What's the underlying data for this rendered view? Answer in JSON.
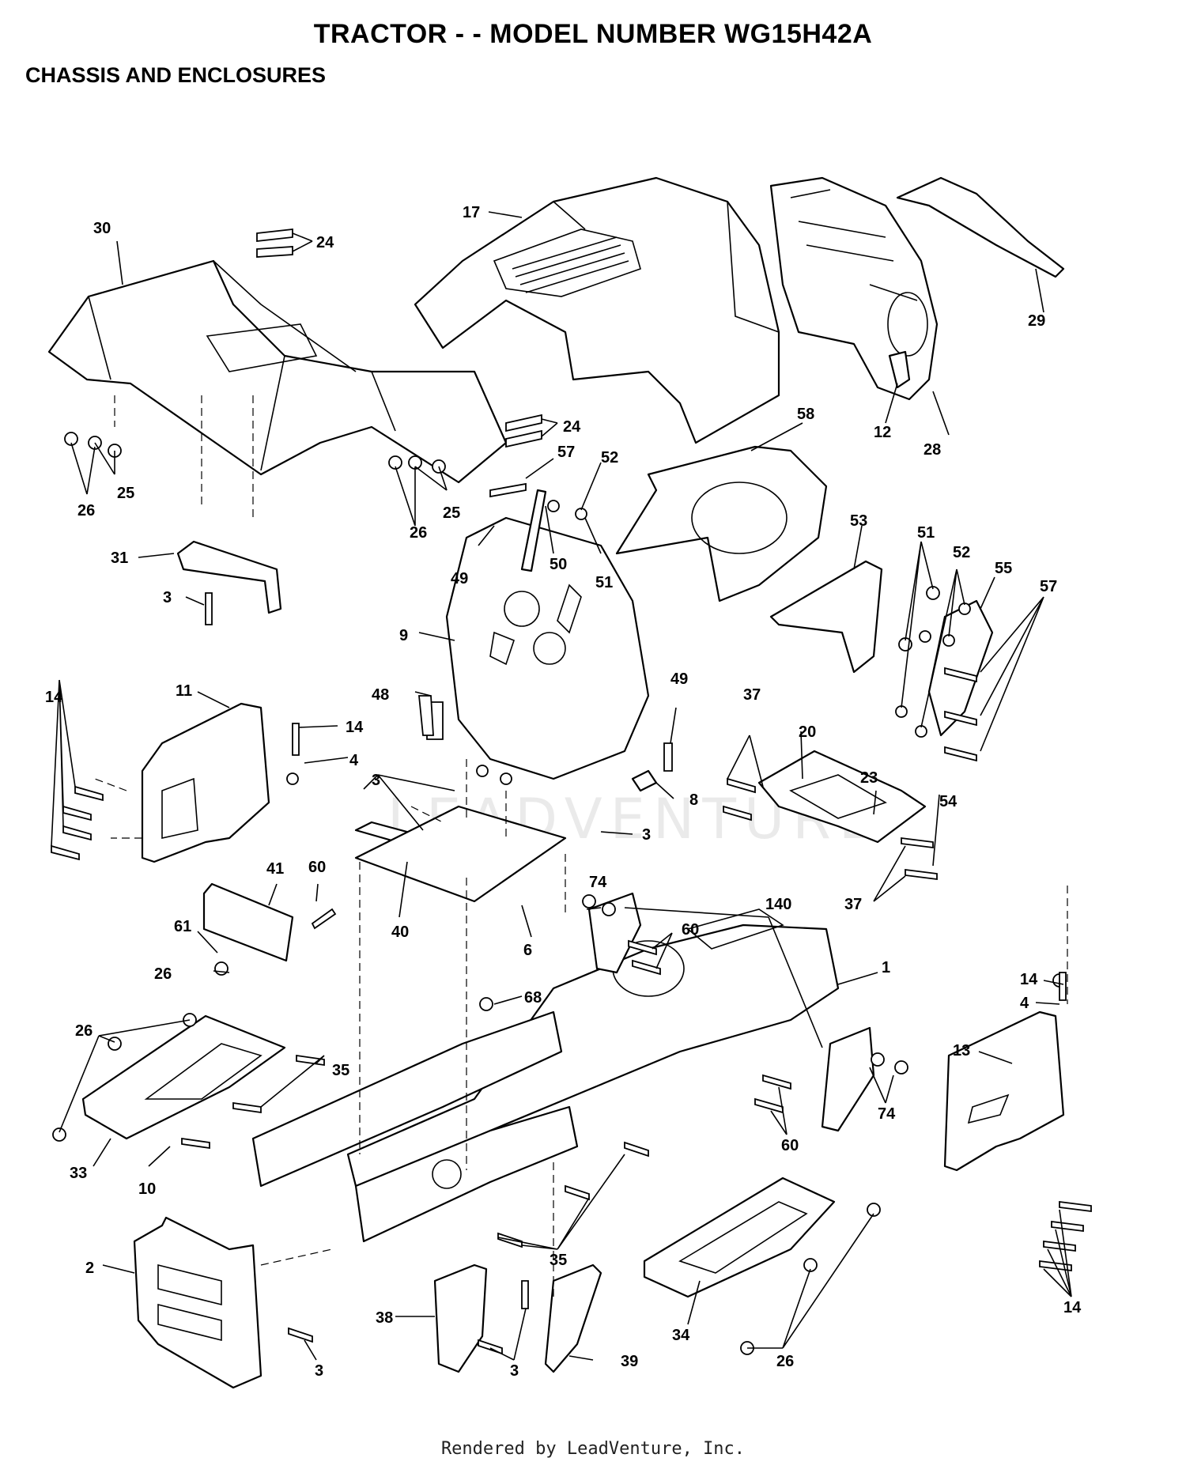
{
  "header": {
    "title": "TRACTOR - - MODEL NUMBER WG15H42A",
    "subtitle": "CHASSIS AND ENCLOSURES"
  },
  "watermark": "LEADVENTURE",
  "footer": "Rendered by LeadVenture, Inc.",
  "callouts": [
    {
      "id": "c30",
      "text": "30"
    },
    {
      "id": "c24a",
      "text": "24"
    },
    {
      "id": "c17",
      "text": "17"
    },
    {
      "id": "c29",
      "text": "29"
    },
    {
      "id": "c12",
      "text": "12"
    },
    {
      "id": "c28",
      "text": "28"
    },
    {
      "id": "c24b",
      "text": "24"
    },
    {
      "id": "c58",
      "text": "58"
    },
    {
      "id": "c26a",
      "text": "26"
    },
    {
      "id": "c25a",
      "text": "25"
    },
    {
      "id": "c26b",
      "text": "26"
    },
    {
      "id": "c25b",
      "text": "25"
    },
    {
      "id": "c57a",
      "text": "57"
    },
    {
      "id": "c52a",
      "text": "52"
    },
    {
      "id": "c49a",
      "text": "49"
    },
    {
      "id": "c50",
      "text": "50"
    },
    {
      "id": "c51a",
      "text": "51"
    },
    {
      "id": "c31",
      "text": "31"
    },
    {
      "id": "c3a",
      "text": "3"
    },
    {
      "id": "c53",
      "text": "53"
    },
    {
      "id": "c51b",
      "text": "51"
    },
    {
      "id": "c52b",
      "text": "52"
    },
    {
      "id": "c55",
      "text": "55"
    },
    {
      "id": "c57b",
      "text": "57"
    },
    {
      "id": "c9",
      "text": "9"
    },
    {
      "id": "c14a",
      "text": "14"
    },
    {
      "id": "c11",
      "text": "11"
    },
    {
      "id": "c48",
      "text": "48"
    },
    {
      "id": "c49b",
      "text": "49"
    },
    {
      "id": "c14b",
      "text": "14"
    },
    {
      "id": "c4a",
      "text": "4"
    },
    {
      "id": "c3b",
      "text": "3"
    },
    {
      "id": "c37a",
      "text": "37"
    },
    {
      "id": "c20",
      "text": "20"
    },
    {
      "id": "c23",
      "text": "23"
    },
    {
      "id": "c54",
      "text": "54"
    },
    {
      "id": "c8",
      "text": "8"
    },
    {
      "id": "c3c",
      "text": "3"
    },
    {
      "id": "c37b",
      "text": "37"
    },
    {
      "id": "c41",
      "text": "41"
    },
    {
      "id": "c60a",
      "text": "60"
    },
    {
      "id": "c40",
      "text": "40"
    },
    {
      "id": "c6",
      "text": "6"
    },
    {
      "id": "c61",
      "text": "61"
    },
    {
      "id": "c26c",
      "text": "26"
    },
    {
      "id": "c74a",
      "text": "74"
    },
    {
      "id": "c140",
      "text": "140"
    },
    {
      "id": "c60b",
      "text": "60"
    },
    {
      "id": "c1",
      "text": "1"
    },
    {
      "id": "c14c",
      "text": "14"
    },
    {
      "id": "c4b",
      "text": "4"
    },
    {
      "id": "c68",
      "text": "68"
    },
    {
      "id": "c26d",
      "text": "26"
    },
    {
      "id": "c13",
      "text": "13"
    },
    {
      "id": "c35a",
      "text": "35"
    },
    {
      "id": "c74b",
      "text": "74"
    },
    {
      "id": "c60c",
      "text": "60"
    },
    {
      "id": "c33",
      "text": "33"
    },
    {
      "id": "c10",
      "text": "10"
    },
    {
      "id": "c2",
      "text": "2"
    },
    {
      "id": "c35b",
      "text": "35"
    },
    {
      "id": "c14d",
      "text": "14"
    },
    {
      "id": "c38",
      "text": "38"
    },
    {
      "id": "c34",
      "text": "34"
    },
    {
      "id": "c3d",
      "text": "3"
    },
    {
      "id": "c3e",
      "text": "3"
    },
    {
      "id": "c39",
      "text": "39"
    },
    {
      "id": "c26e",
      "text": "26"
    }
  ]
}
